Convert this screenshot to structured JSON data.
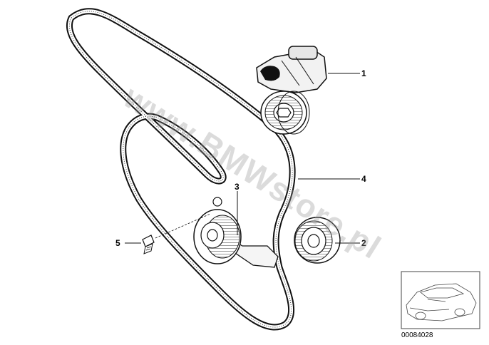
{
  "watermark": "www.BMWstore.pl",
  "diagram_code": "00084028",
  "callouts": [
    "1",
    "2",
    "3",
    "4",
    "5"
  ],
  "icons": {
    "belt": "ribbed-belt-icon",
    "tensioner": "belt-tensioner-icon",
    "idler": "idler-pulley-icon",
    "bolt": "hex-bolt-icon",
    "car": "car-thumbnail-icon"
  }
}
